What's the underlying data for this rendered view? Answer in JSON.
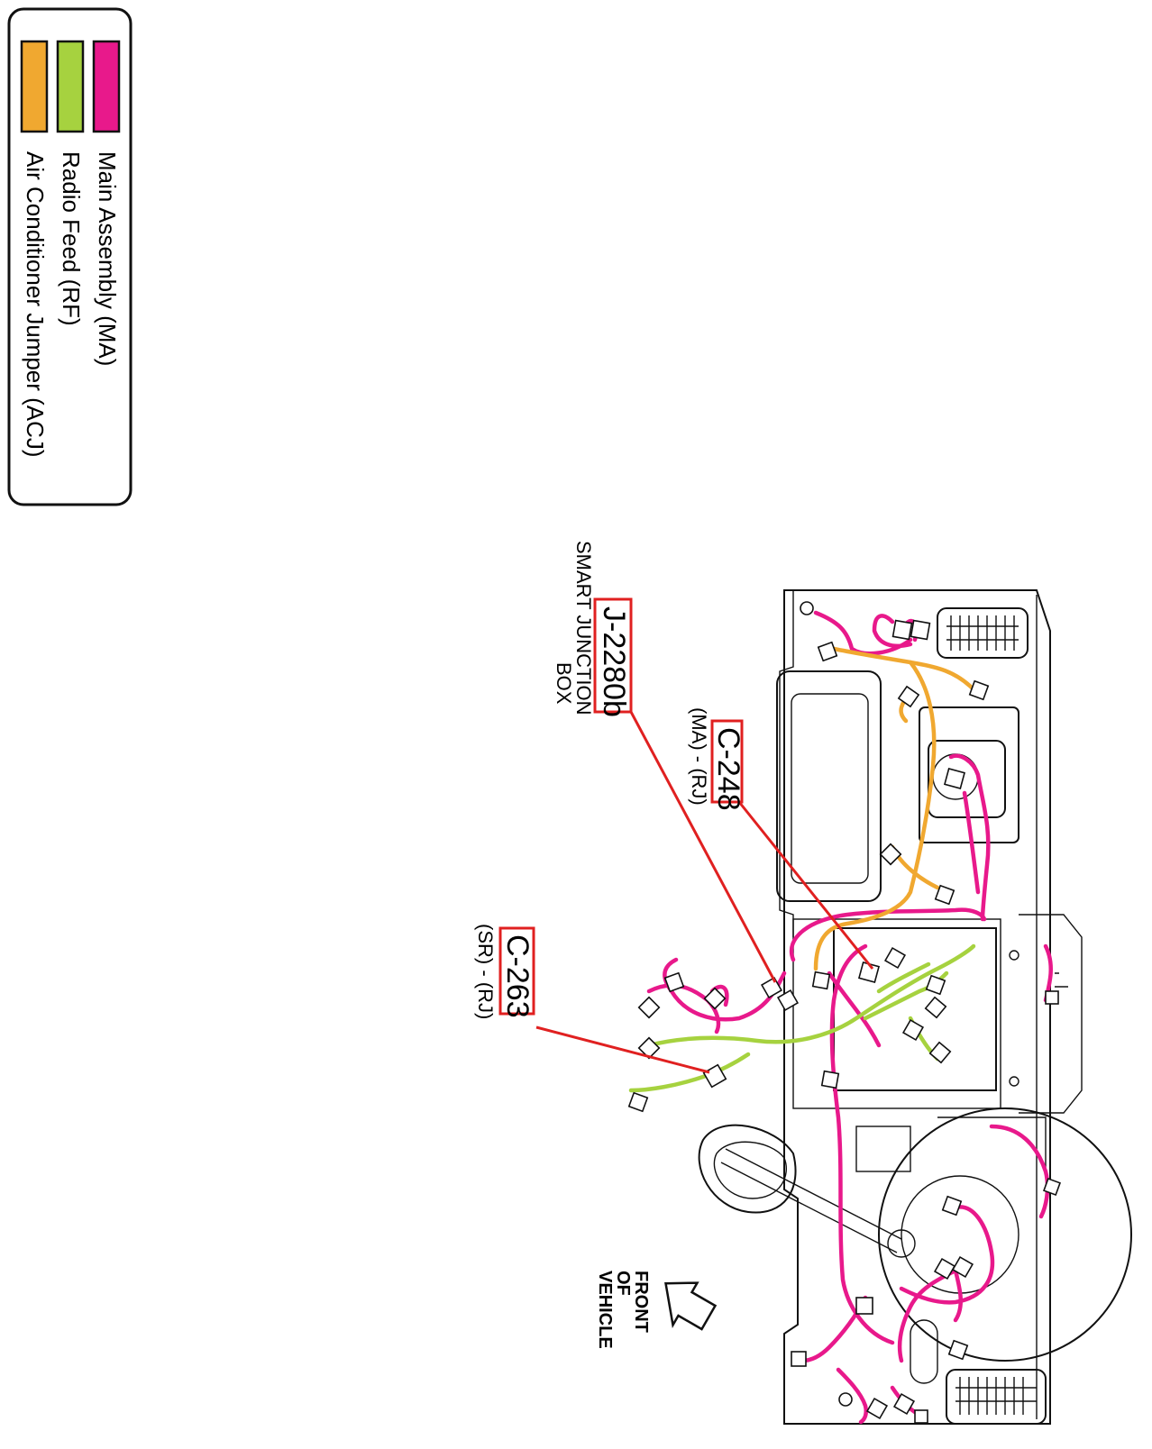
{
  "legend": {
    "items": [
      {
        "label": "Main Assembly (MA)",
        "color": "#e8198b"
      },
      {
        "label": "Radio Feed (RF)",
        "color": "#a6d23f"
      },
      {
        "label": "Air Conditioner Jumper   (ACJ)",
        "color": "#f0a830"
      }
    ]
  },
  "callouts": [
    {
      "id": "J-2280b",
      "sub1": "SMART JUNCTION",
      "sub2": "BOX"
    },
    {
      "id": "C-248",
      "sub1": "(MA) - (RJ)",
      "sub2": ""
    },
    {
      "id": "C-263",
      "sub1": "(SR) - (RJ)",
      "sub2": ""
    }
  ],
  "front_label": {
    "line1": "FRONT",
    "line2": "OF",
    "line3": "VEHICLE"
  },
  "colors": {
    "callout_red": "#e02020",
    "ma": "#e8198b",
    "rf": "#a6d23f",
    "acj": "#f0a830"
  }
}
